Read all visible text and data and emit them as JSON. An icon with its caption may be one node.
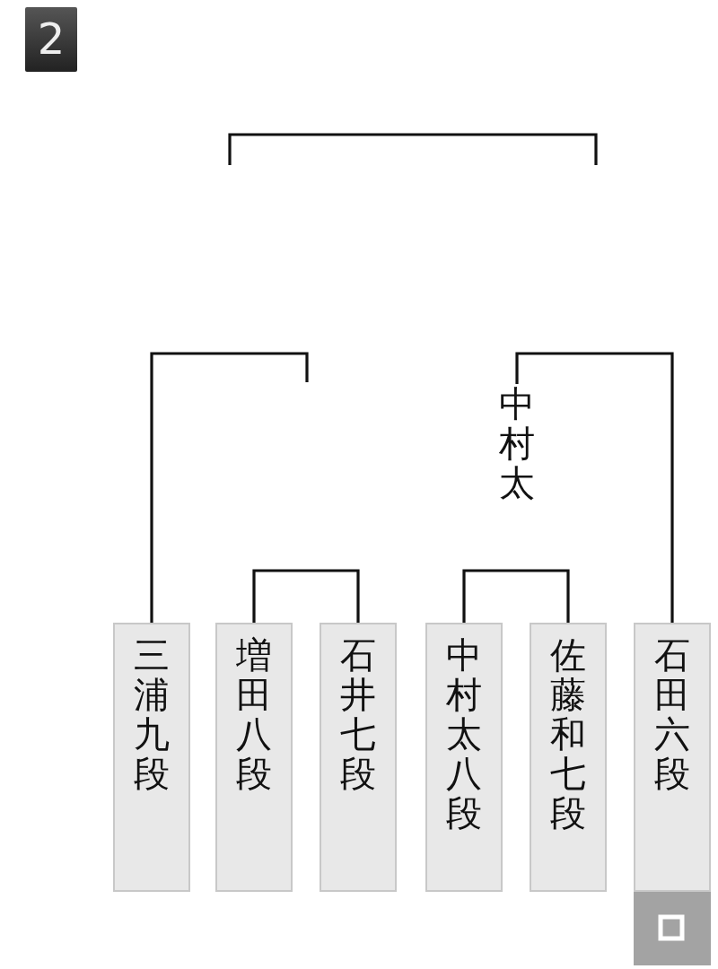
{
  "diagram": {
    "nodes": [
      {
        "text": [
          "三浦九段"
        ]
      },
      {
        "text": [
          "増田八段"
        ]
      },
      {
        "text": [
          "石井七段"
        ]
      },
      {
        "text": [
          "中村太八段"
        ]
      },
      {
        "text": [
          "佐藤和七段"
        ]
      },
      {
        "text": [
          "石田六段"
        ]
      },
      {
        "text": [
          "中村太"
        ]
      },
      {
        "text": [],
        "shape": "box"
      }
    ],
    "edges": [
      {
        "from": 1,
        "to": 2,
        "arrow": "none"
      },
      {
        "from": 3,
        "to": 4,
        "arrow": "none"
      },
      {
        "from": 0,
        "to": null,
        "arrow": "none"
      },
      {
        "from": 6,
        "to": 5,
        "arrow": "none"
      }
    ],
    "labels": [
      "2"
    ]
  }
}
